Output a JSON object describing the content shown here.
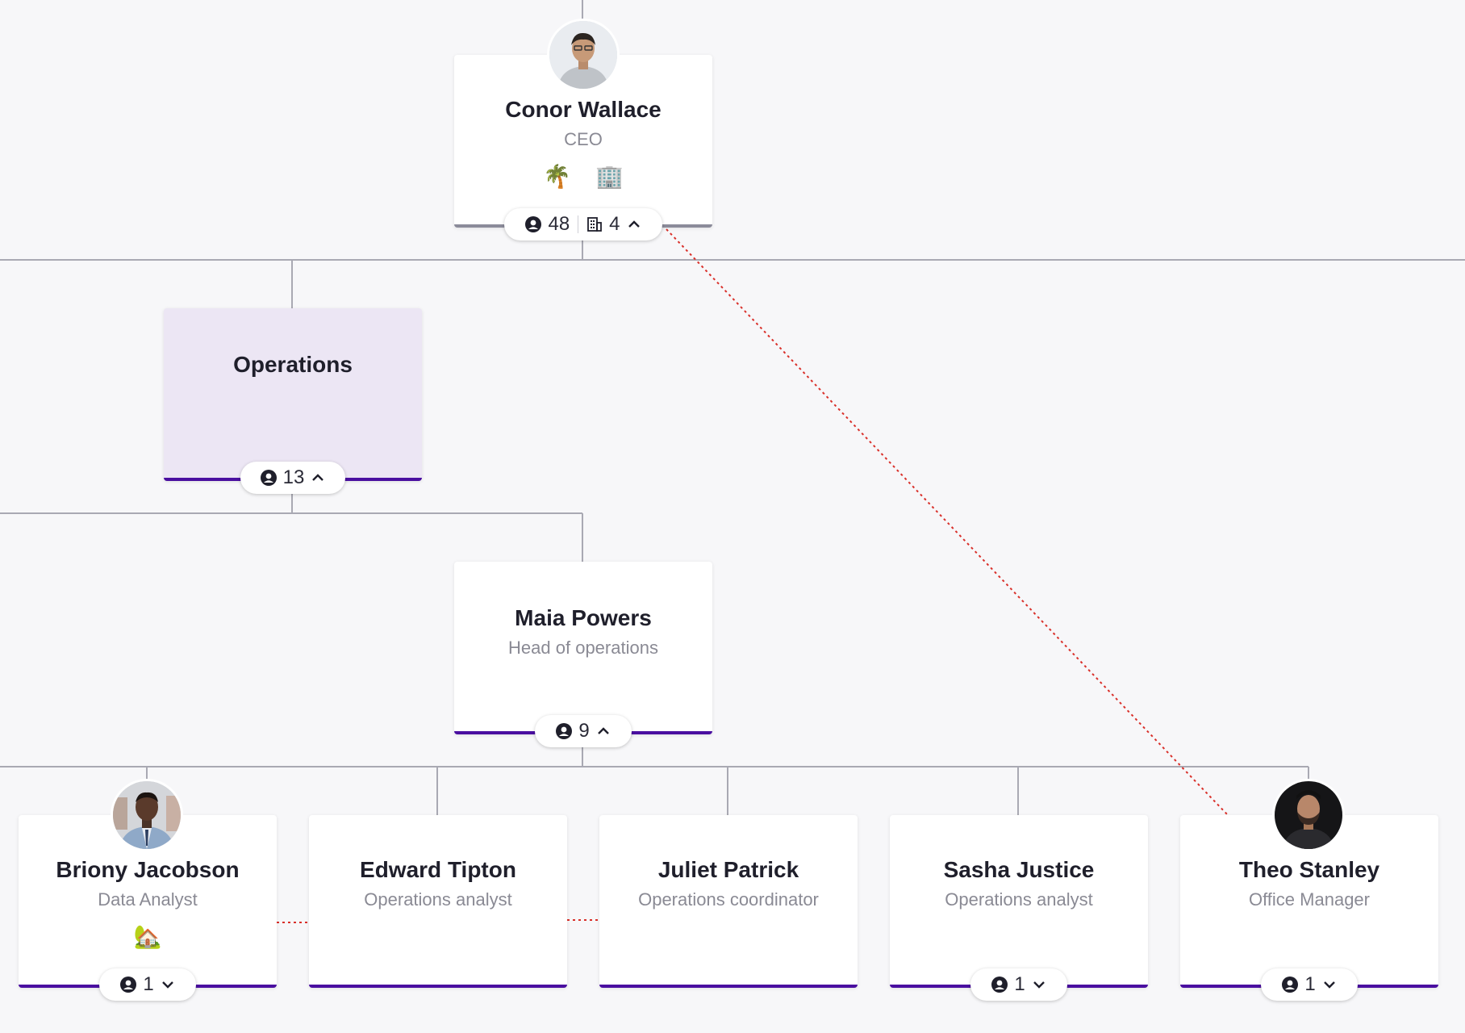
{
  "ceo": {
    "name": "Conor Wallace",
    "title": "CEO",
    "badges": [
      {
        "icon": "palm-tree-icon",
        "glyph": "🌴"
      },
      {
        "icon": "office-building-icon",
        "glyph": "🏢"
      }
    ],
    "people_count": "48",
    "dept_count": "4",
    "toggle": "expanded"
  },
  "department": {
    "name": "Operations",
    "people_count": "13",
    "toggle": "expanded"
  },
  "head": {
    "name": "Maia Powers",
    "title": "Head of operations",
    "people_count": "9",
    "toggle": "expanded"
  },
  "reports": [
    {
      "name": "Briony Jacobson",
      "title": "Data Analyst",
      "badge_icon": "house-with-tree-icon",
      "badge_glyph": "🏡",
      "people_count": "1",
      "toggle": "collapsed"
    },
    {
      "name": "Edward Tipton",
      "title": "Operations analyst"
    },
    {
      "name": "Juliet Patrick",
      "title": "Operations coordinator"
    },
    {
      "name": "Sasha Justice",
      "title": "Operations analyst",
      "people_count": "1",
      "toggle": "collapsed"
    },
    {
      "name": "Theo Stanley",
      "title": "Office Manager",
      "people_count": "1",
      "toggle": "collapsed"
    }
  ],
  "colors": {
    "background": "#f7f7f9",
    "card": "#ffffff",
    "department_card": "#ece6f4",
    "accent_border": "#4a0fa0",
    "connector_line": "#a9a9b3",
    "dotted_relation": "#d9302a",
    "name_text": "#1f1f2b",
    "title_text": "#8a8a94"
  }
}
